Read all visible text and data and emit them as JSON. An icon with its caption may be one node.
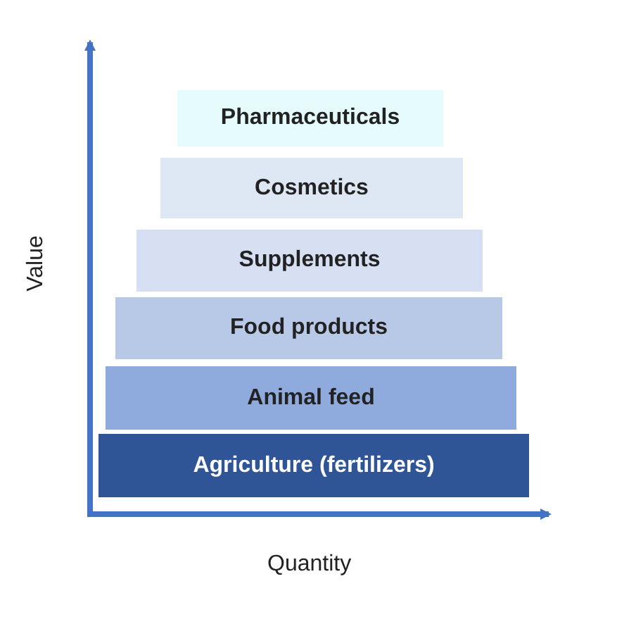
{
  "diagram": {
    "nodes": [
      {
        "text": [
          "Pharmaceuticals"
        ]
      },
      {
        "text": [
          "Cosmetics"
        ]
      },
      {
        "text": [
          "Supplements"
        ]
      },
      {
        "text": [
          "Food products"
        ]
      },
      {
        "text": [
          "Animal feed"
        ]
      },
      {
        "text": [
          "Agriculture (fertilizers)"
        ]
      }
    ],
    "edges": [],
    "labels": [
      "Value",
      "Quantity"
    ]
  }
}
